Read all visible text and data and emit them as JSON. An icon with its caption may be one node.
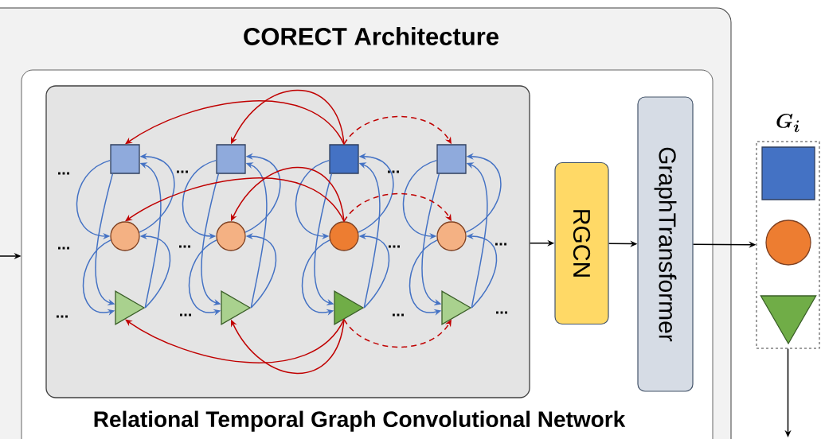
{
  "diagram": {
    "nodes": [
      {
        "text": [
          "CORECT Architecture"
        ]
      },
      {
        "text": [
          "Relational Temporal Graph Convolutional Network"
        ],
        "in": 0
      },
      {
        "text": [],
        "shape": "box",
        "in": 1
      },
      {
        "text": [],
        "shape": "box",
        "in": 2
      },
      {
        "text": [],
        "shape": "box",
        "in": 2
      },
      {
        "text": [],
        "shape": "box",
        "in": 2
      },
      {
        "text": [],
        "shape": "box",
        "in": 2
      },
      {
        "text": [],
        "shape": "circle",
        "in": 2
      },
      {
        "text": [],
        "shape": "circle",
        "in": 2
      },
      {
        "text": [],
        "shape": "circle",
        "in": 2
      },
      {
        "text": [],
        "shape": "circle",
        "in": 2
      },
      {
        "text": [],
        "shape": "triangle",
        "in": 2
      },
      {
        "text": [],
        "shape": "triangle",
        "in": 2
      },
      {
        "text": [],
        "shape": "triangle",
        "in": 2
      },
      {
        "text": [],
        "shape": "triangle",
        "in": 2
      },
      {
        "text": [
          "RGCN"
        ],
        "in": 1
      },
      {
        "text": [
          "GraphTransformer"
        ],
        "in": 1
      },
      {
        "text": [
          "G_i"
        ]
      },
      {
        "text": [],
        "shape": "box",
        "in": 17
      },
      {
        "text": [],
        "shape": "circle",
        "in": 17
      },
      {
        "text": [],
        "shape": "triangle",
        "in": 17
      }
    ],
    "edges": [
      {
        "from": null,
        "to": 1,
        "arrow": "to",
        "color": "#000000"
      },
      {
        "from": 3,
        "to": 7,
        "arrow": "to"
      },
      {
        "from": 3,
        "to": 11,
        "arrow": "to"
      },
      {
        "from": 7,
        "to": 11,
        "arrow": "to"
      },
      {
        "from": 11,
        "to": 7,
        "arrow": "to"
      },
      {
        "from": 11,
        "to": 3,
        "arrow": "to"
      },
      {
        "from": 7,
        "to": 3,
        "arrow": "to"
      },
      {
        "from": 4,
        "to": 8,
        "arrow": "to"
      },
      {
        "from": 4,
        "to": 12,
        "arrow": "to"
      },
      {
        "from": 8,
        "to": 12,
        "arrow": "to"
      },
      {
        "from": 12,
        "to": 8,
        "arrow": "to"
      },
      {
        "from": 12,
        "to": 4,
        "arrow": "to"
      },
      {
        "from": 8,
        "to": 4,
        "arrow": "to"
      },
      {
        "from": 5,
        "to": 9,
        "arrow": "to"
      },
      {
        "from": 5,
        "to": 13,
        "arrow": "to"
      },
      {
        "from": 9,
        "to": 13,
        "arrow": "to"
      },
      {
        "from": 13,
        "to": 9,
        "arrow": "to"
      },
      {
        "from": 13,
        "to": 5,
        "arrow": "to"
      },
      {
        "from": 9,
        "to": 5,
        "arrow": "to"
      },
      {
        "from": 6,
        "to": 10,
        "arrow": "to"
      },
      {
        "from": 6,
        "to": 14,
        "arrow": "to"
      },
      {
        "from": 10,
        "to": 14,
        "arrow": "to"
      },
      {
        "from": 14,
        "to": 10,
        "arrow": "to"
      },
      {
        "from": 14,
        "to": 6,
        "arrow": "to"
      },
      {
        "from": 10,
        "to": 6,
        "arrow": "to"
      },
      {
        "from": 5,
        "to": 3,
        "arrow": "to",
        "color": "#c00000"
      },
      {
        "from": 5,
        "to": 4,
        "arrow": "to",
        "color": "#c00000"
      },
      {
        "from": 5,
        "to": 6,
        "arrow": "to",
        "style": "dashed",
        "color": "#c00000"
      },
      {
        "from": 9,
        "to": 7,
        "arrow": "to",
        "color": "#c00000"
      },
      {
        "from": 9,
        "to": 8,
        "arrow": "to",
        "color": "#c00000"
      },
      {
        "from": 9,
        "to": 10,
        "arrow": "to",
        "style": "dashed",
        "color": "#c00000"
      },
      {
        "from": 13,
        "to": 11,
        "arrow": "to",
        "color": "#c00000"
      },
      {
        "from": 13,
        "to": 12,
        "arrow": "to",
        "color": "#c00000"
      },
      {
        "from": 13,
        "to": 14,
        "arrow": "to",
        "style": "dashed",
        "color": "#c00000"
      },
      {
        "from": 2,
        "to": 15,
        "arrow": "to",
        "color": "#000000"
      },
      {
        "from": 15,
        "to": 16,
        "arrow": "to",
        "color": "#000000"
      },
      {
        "from": 16,
        "to": 17,
        "arrow": "to",
        "color": "#000000"
      },
      {
        "from": 17,
        "to": null,
        "arrow": "to",
        "color": "#000000"
      }
    ],
    "labels": [
      "...",
      "...",
      "...",
      "...",
      "...",
      "...",
      "...",
      "...",
      "...",
      "...",
      "..."
    ]
  }
}
